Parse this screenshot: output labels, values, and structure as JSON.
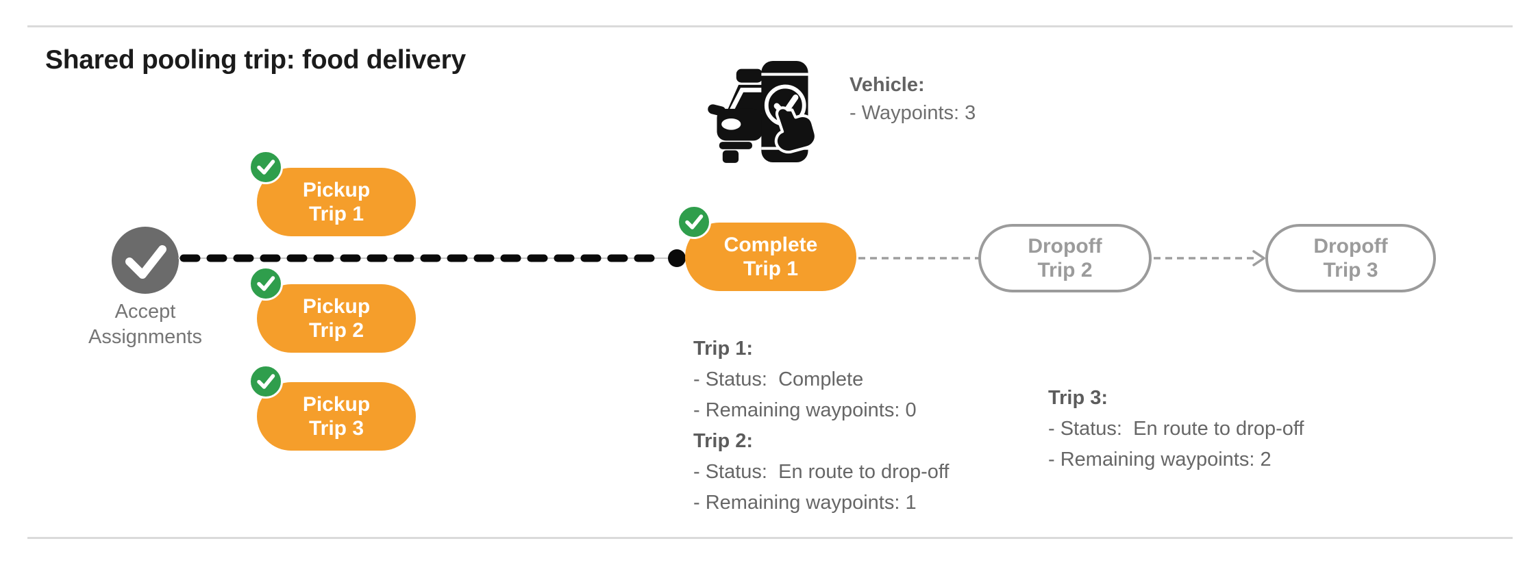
{
  "title": "Shared pooling trip: food delivery",
  "vehicle": {
    "icon": "car-phone-check-icon",
    "label": "Vehicle:",
    "waypoints": "- Waypoints: 3"
  },
  "flow": {
    "start": {
      "line1": "Accept",
      "line2": "Assignments",
      "icon": "check-icon"
    },
    "pickups": [
      {
        "line1": "Pickup",
        "line2": "Trip 1",
        "badge": "check-badge-icon"
      },
      {
        "line1": "Pickup",
        "line2": "Trip 2",
        "badge": "check-badge-icon"
      },
      {
        "line1": "Pickup",
        "line2": "Trip 3",
        "badge": "check-badge-icon"
      }
    ],
    "current": {
      "line1": "Complete",
      "line2": "Trip 1",
      "badge": "check-badge-icon"
    },
    "dropoffs": [
      {
        "line1": "Dropoff",
        "line2": "Trip 2"
      },
      {
        "line1": "Dropoff",
        "line2": "Trip 3"
      }
    ]
  },
  "trip_status": [
    {
      "title": "Trip 1:",
      "status": "- Status:  Complete",
      "waypoints": "- Remaining waypoints: 0"
    },
    {
      "title": "Trip 2:",
      "status": "- Status:  En route to drop-off",
      "waypoints": "- Remaining waypoints: 1"
    },
    {
      "title": "Trip 3:",
      "status": "- Status:  En route to drop-off",
      "waypoints": "- Remaining waypoints: 2"
    }
  ],
  "colors": {
    "accent_orange": "#F59E2B",
    "success_green": "#2F9E4C",
    "node_gray": "#6B6B6B",
    "text_gray": "#666666",
    "muted_gray": "#9B9B9B",
    "connector_black": "#0A0A0A",
    "divider": "#DADADA"
  }
}
